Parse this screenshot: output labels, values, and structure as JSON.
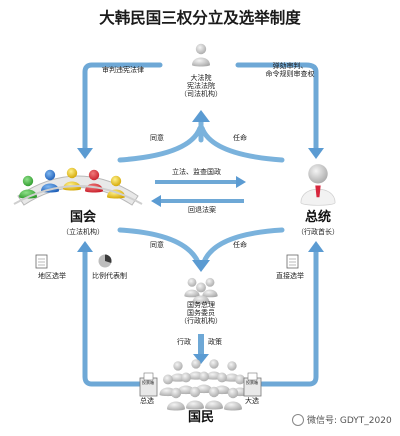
{
  "title": "大韩民国三权分立及选举制度",
  "nodes": {
    "court": {
      "line1": "大法院",
      "line2": "宪法法院",
      "line3": "（司法机构）"
    },
    "assembly": {
      "name": "国会",
      "sub": "（立法机构）"
    },
    "president": {
      "name": "总统",
      "sub": "（行政首长）"
    },
    "cabinet": {
      "line1": "国务总理",
      "line2": "国务委员",
      "line3": "（行政机构）"
    },
    "people": {
      "name": "国民"
    }
  },
  "edges": {
    "review_law": "审判违宪法律",
    "impeach": "弹劾审判、",
    "impeach2": "命令规则审查权",
    "consent_top": "同意",
    "appoint_top": "任命",
    "legislate": "立法、监查国政",
    "veto": "回退法案",
    "consent_mid": "同意",
    "appoint_mid": "任命",
    "admin": "行政",
    "policy": "政策",
    "general_elec": "总选",
    "pres_elec": "大选",
    "district": "地区选举",
    "proportional": "比例代表制",
    "direct": "直接选举",
    "ballot": "投票箱"
  },
  "watermark": "微信号: GDYT_2020",
  "colors": {
    "arrow": "#6ea8d6",
    "arrow_dark": "#3f84c0",
    "person_gray": "#c9c9c9"
  }
}
